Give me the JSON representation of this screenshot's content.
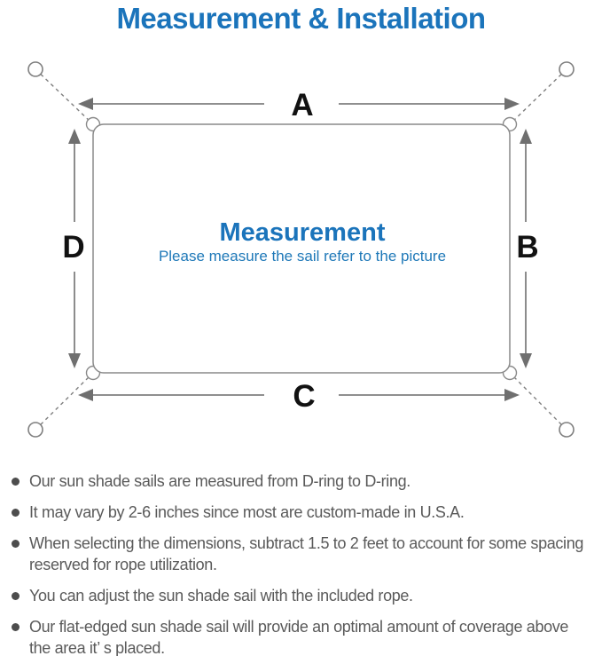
{
  "title": "Measurement & Installation",
  "colors": {
    "accent_blue": "#1b74bb",
    "line_gray": "#7f7f7f",
    "arrow_gray": "#6f6f6f",
    "label_black": "#121212",
    "note_text_gray": "#5a5a5a"
  },
  "diagram": {
    "dimension_labels": {
      "top": "A",
      "right": "B",
      "bottom": "C",
      "left": "D"
    },
    "center_title": "Measurement",
    "center_subtitle": "Please measure the sail refer to the picture"
  },
  "notes": [
    {
      "lines": [
        "Our sun shade sails are measured from D-ring to D-ring."
      ]
    },
    {
      "lines": [
        "It may vary by 2-6 inches since most are custom-made in U.S.A."
      ]
    },
    {
      "lines": [
        "When selecting the dimensions, subtract 1.5 to 2 feet to account for some spacing",
        "reserved for rope utilization."
      ]
    },
    {
      "lines": [
        "You can adjust the sun shade sail with the included rope."
      ]
    },
    {
      "lines": [
        "Our flat-edged sun shade sail will provide an optimal amount of coverage above",
        "the area it’ s placed."
      ]
    }
  ]
}
